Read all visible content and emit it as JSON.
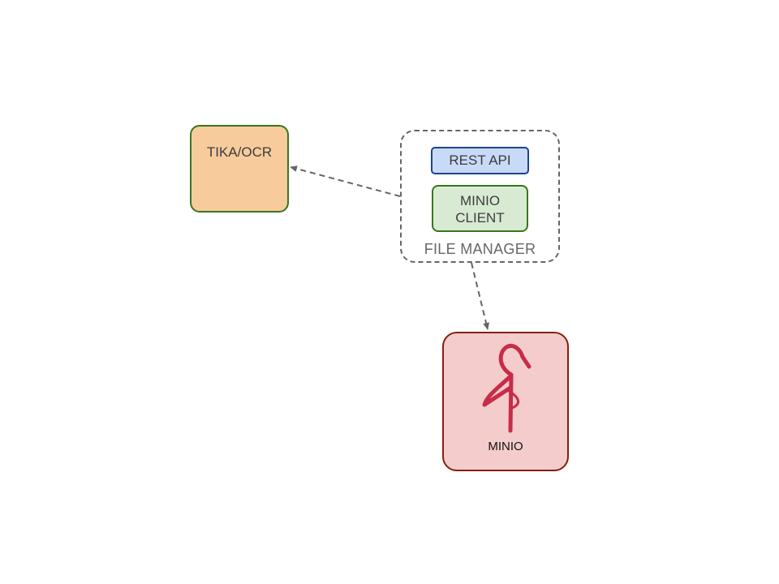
{
  "nodes": {
    "tika": {
      "label": "TIKA/OCR"
    },
    "file_manager": {
      "label": "FILE MANAGER",
      "children": {
        "rest_api": {
          "label": "REST API"
        },
        "minio_client": {
          "label_line1": "MINIO",
          "label_line2": "CLIENT"
        }
      }
    },
    "minio": {
      "label": "MINIO",
      "logo_icon": "minio-flamingo-icon"
    }
  },
  "edges": [
    {
      "from": "file_manager",
      "to": "tika",
      "style": "dashed"
    },
    {
      "from": "file_manager",
      "to": "minio",
      "style": "dashed"
    }
  ],
  "colors": {
    "tika_fill": "#f8cb9c",
    "tika_border": "#38761d",
    "rest_api_fill": "#c9daf8",
    "rest_api_border": "#1c4587",
    "minio_client_fill": "#d9ead3",
    "minio_client_border": "#38761d",
    "minio_fill": "#f4cccc",
    "minio_border": "#85200c",
    "minio_logo": "#c72c48",
    "edge": "#666666"
  }
}
